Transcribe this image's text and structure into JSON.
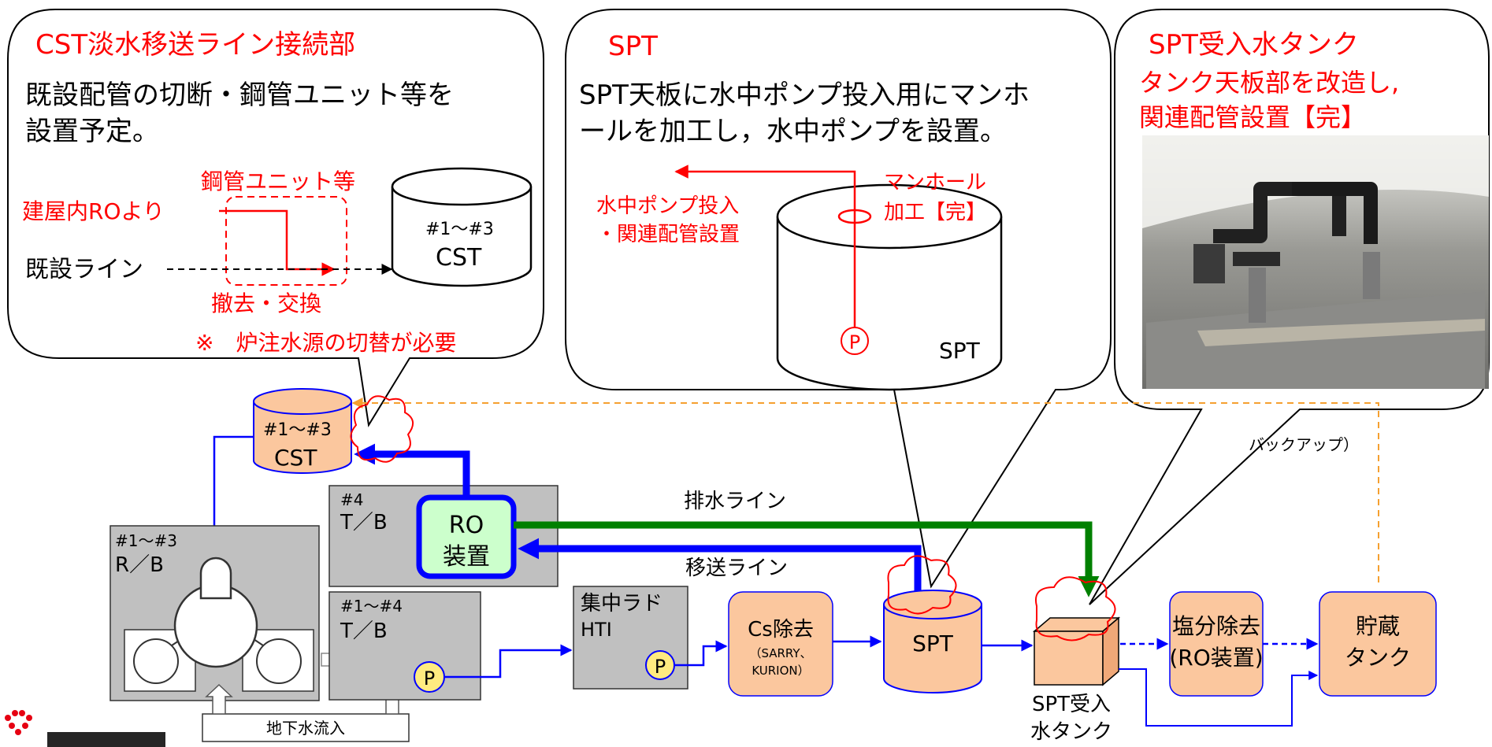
{
  "bubble_cst": {
    "title": "CST淡水移送ライン接続部",
    "desc_line1": "既設配管の切断・鋼管ユニット等を",
    "desc_line2": "設置予定。",
    "steel_unit": "鋼管ユニット等",
    "from_ro": "建屋内ROより",
    "existing_line": "既設ライン",
    "removal": "撤去・交換",
    "tank_label_line1": "#1～#3",
    "tank_label_line2": "CST",
    "note": "※　炉注水源の切替が必要"
  },
  "bubble_spt": {
    "title": "SPT",
    "desc_line1": "SPT天板に水中ポンプ投入用にマンホ",
    "desc_line2": "ールを加工し，水中ポンプを設置。",
    "pump_note_line1": "水中ポンプ投入",
    "pump_note_line2": "・関連配管設置",
    "manhole_line1": "マンホール",
    "manhole_line2": "加工【完】",
    "pump": "P",
    "tank_label": "SPT"
  },
  "bubble_tank": {
    "title": "SPT受入水タンク",
    "desc_line1": "タンク天板部を改造し,",
    "desc_line2": "関連配管設置【完】"
  },
  "flow": {
    "cst_line1": "#1～#3",
    "cst_line2": "CST",
    "backup": "バックアップ）",
    "tb4_line1": "#4",
    "tb4_line2": "T／B",
    "ro_line1": "RO",
    "ro_line2": "装置",
    "drain_line": "排水ライン",
    "transfer_line": "移送ライン",
    "rb_line1": "#1～#3",
    "rb_line2": "R／B",
    "tb14_line1": "#1～#4",
    "tb14_line2": "T／B",
    "pump": "P",
    "hti_line1": "集中ラド",
    "hti_line2": "HTI",
    "cs_line1": "Cs除去",
    "cs_line2": "（SARRY、",
    "cs_line3": "KURION）",
    "spt": "SPT",
    "salt_line1": "塩分除去",
    "salt_line2": "(RO装置)",
    "storage_line1": "貯蔵",
    "storage_line2": "タンク",
    "spt_tank_line1": "SPT受入",
    "spt_tank_line2": "水タンク",
    "groundwater": "地下水流入"
  },
  "colors": {
    "red": "#ff0000",
    "blue": "#0000ff",
    "green": "#008000",
    "orange_fill": "#fbc79e",
    "gray_fill": "#c0c0c0",
    "ro_fill": "#ccffcc",
    "dash_orange": "#f5a030",
    "logo_red": "#e60012"
  }
}
